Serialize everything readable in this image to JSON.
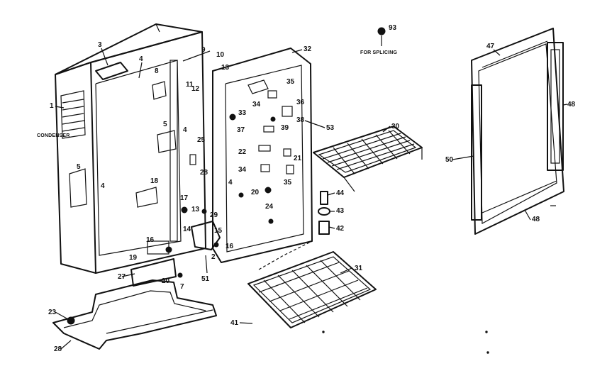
{
  "text_labels": {
    "condenser": "CONDENSER",
    "for_splicing": "FOR SPLICING"
  },
  "callouts": [
    {
      "id": "c1",
      "text": "1"
    },
    {
      "id": "c3",
      "text": "3"
    },
    {
      "id": "c4a",
      "text": "4"
    },
    {
      "id": "c8",
      "text": "8"
    },
    {
      "id": "c9",
      "text": "9"
    },
    {
      "id": "c10",
      "text": "10"
    },
    {
      "id": "c11",
      "text": "11"
    },
    {
      "id": "c12",
      "text": "12"
    },
    {
      "id": "c13a",
      "text": "13"
    },
    {
      "id": "c32",
      "text": "32"
    },
    {
      "id": "c93",
      "text": "93"
    },
    {
      "id": "c47",
      "text": "47"
    },
    {
      "id": "c48a",
      "text": "48"
    },
    {
      "id": "c35a",
      "text": "35"
    },
    {
      "id": "c36",
      "text": "36"
    },
    {
      "id": "c34a",
      "text": "34"
    },
    {
      "id": "c33",
      "text": "33"
    },
    {
      "id": "c37",
      "text": "37"
    },
    {
      "id": "c39",
      "text": "39"
    },
    {
      "id": "c38",
      "text": "38"
    },
    {
      "id": "c53",
      "text": "53"
    },
    {
      "id": "c30",
      "text": "30"
    },
    {
      "id": "c5a",
      "text": "5"
    },
    {
      "id": "c4b",
      "text": "4"
    },
    {
      "id": "c25",
      "text": "25"
    },
    {
      "id": "c28a",
      "text": "28"
    },
    {
      "id": "c22",
      "text": "22"
    },
    {
      "id": "c21",
      "text": "21"
    },
    {
      "id": "c34b",
      "text": "34"
    },
    {
      "id": "c35b",
      "text": "35"
    },
    {
      "id": "c50",
      "text": "50"
    },
    {
      "id": "c5b",
      "text": "5"
    },
    {
      "id": "c4c",
      "text": "4"
    },
    {
      "id": "c18",
      "text": "18"
    },
    {
      "id": "c17",
      "text": "17"
    },
    {
      "id": "c4d",
      "text": "4"
    },
    {
      "id": "c20a",
      "text": "20"
    },
    {
      "id": "c24",
      "text": "24"
    },
    {
      "id": "c44",
      "text": "44"
    },
    {
      "id": "c43",
      "text": "43"
    },
    {
      "id": "c13b",
      "text": "13"
    },
    {
      "id": "c29",
      "text": "29"
    },
    {
      "id": "c14",
      "text": "14"
    },
    {
      "id": "c15",
      "text": "15"
    },
    {
      "id": "c42",
      "text": "42"
    },
    {
      "id": "c48b",
      "text": "48"
    },
    {
      "id": "c16a",
      "text": "16"
    },
    {
      "id": "c16b",
      "text": "16"
    },
    {
      "id": "c19",
      "text": "19"
    },
    {
      "id": "c2",
      "text": "2"
    },
    {
      "id": "c27",
      "text": "27"
    },
    {
      "id": "c20b",
      "text": "20"
    },
    {
      "id": "c7",
      "text": "7"
    },
    {
      "id": "c51",
      "text": "51"
    },
    {
      "id": "c31",
      "text": "31"
    },
    {
      "id": "c23",
      "text": "23"
    },
    {
      "id": "c41",
      "text": "41"
    },
    {
      "id": "c28b",
      "text": "28"
    }
  ]
}
